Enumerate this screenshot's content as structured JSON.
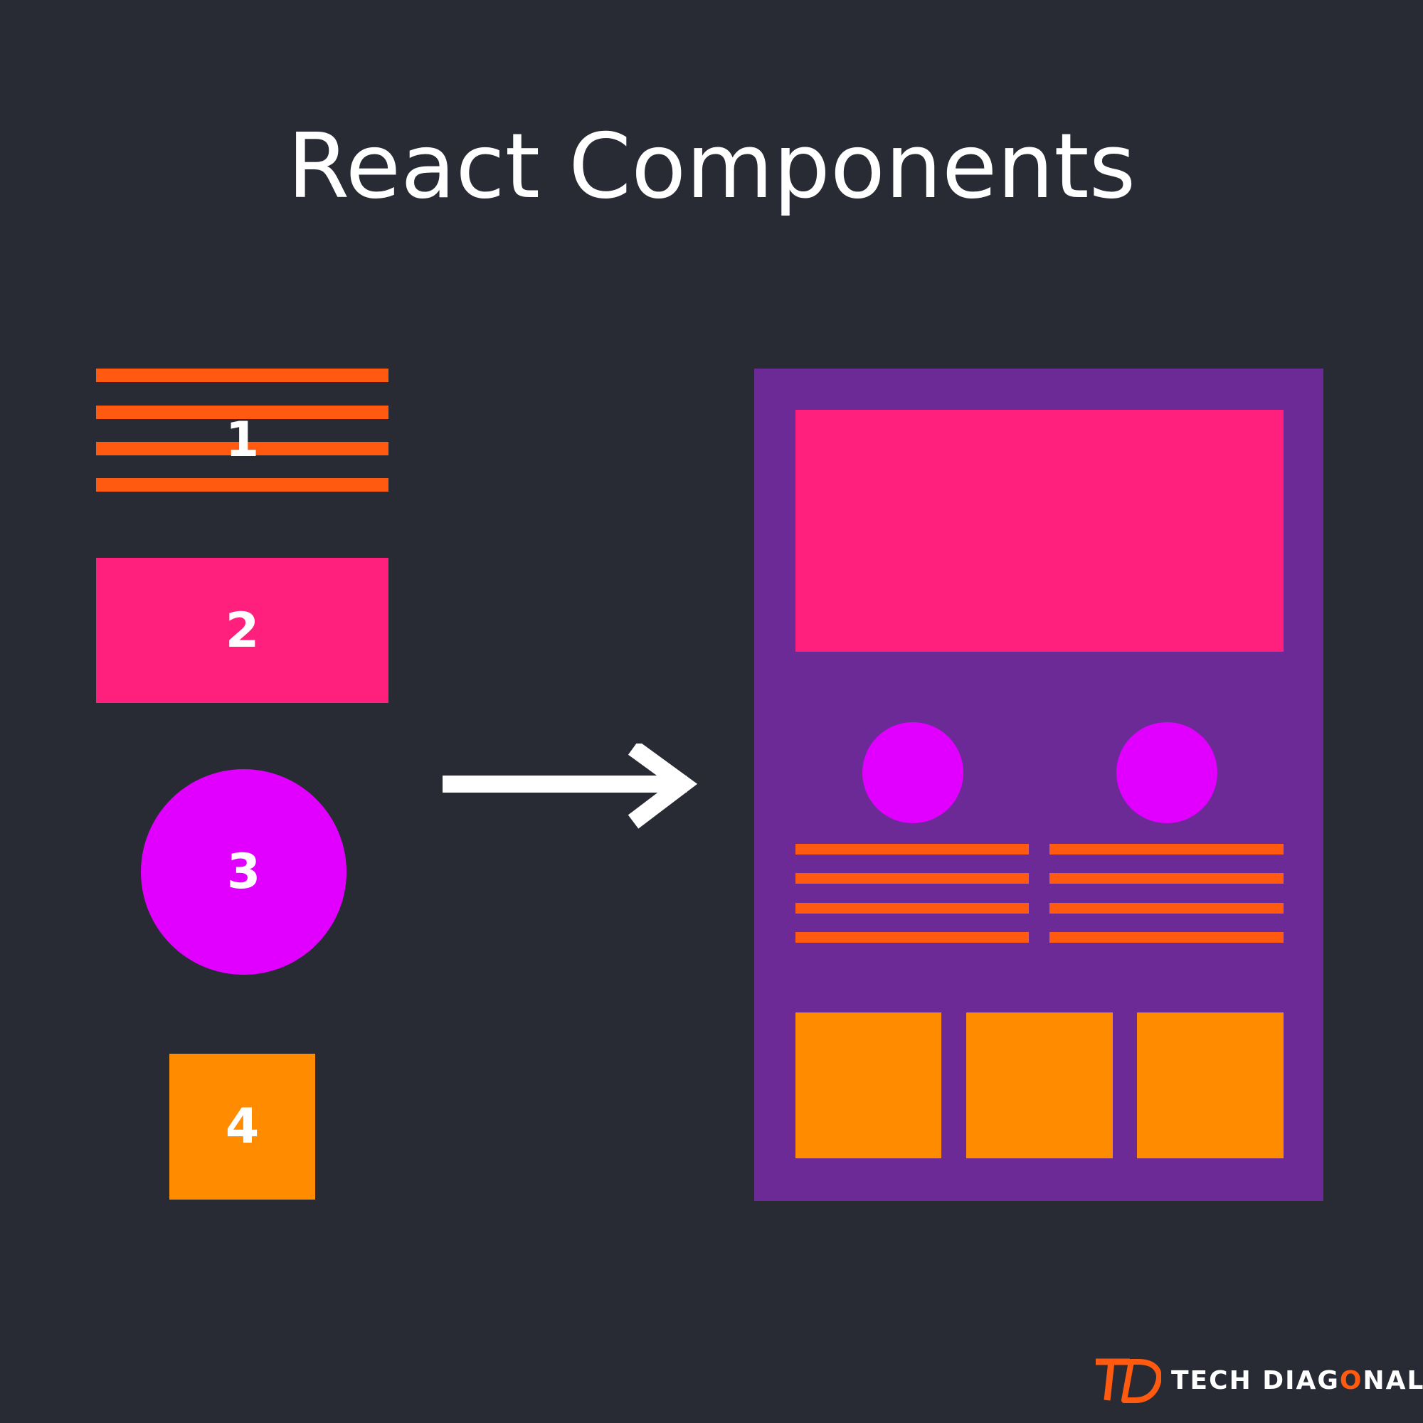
{
  "title": "React Components",
  "components": [
    {
      "number": "1",
      "shape": "text-lines"
    },
    {
      "number": "2",
      "shape": "rectangle"
    },
    {
      "number": "3",
      "shape": "circle"
    },
    {
      "number": "4",
      "shape": "square"
    }
  ],
  "arrow": {
    "icon": "right-arrow-icon"
  },
  "logo": {
    "brand": "TECH DIAGONAL",
    "brand_before_o": "TECH DIAG",
    "brand_o": "O",
    "brand_after_o": "NAL",
    "mark": "TD",
    "icon": "td-logo-icon"
  },
  "colors": {
    "background": "#282b34",
    "orange_red": "#ff5a0f",
    "pink": "#ff1f7c",
    "magenta": "#e100ff",
    "orange": "#ff8c00",
    "purple": "#6c2a97",
    "white": "#ffffff"
  }
}
